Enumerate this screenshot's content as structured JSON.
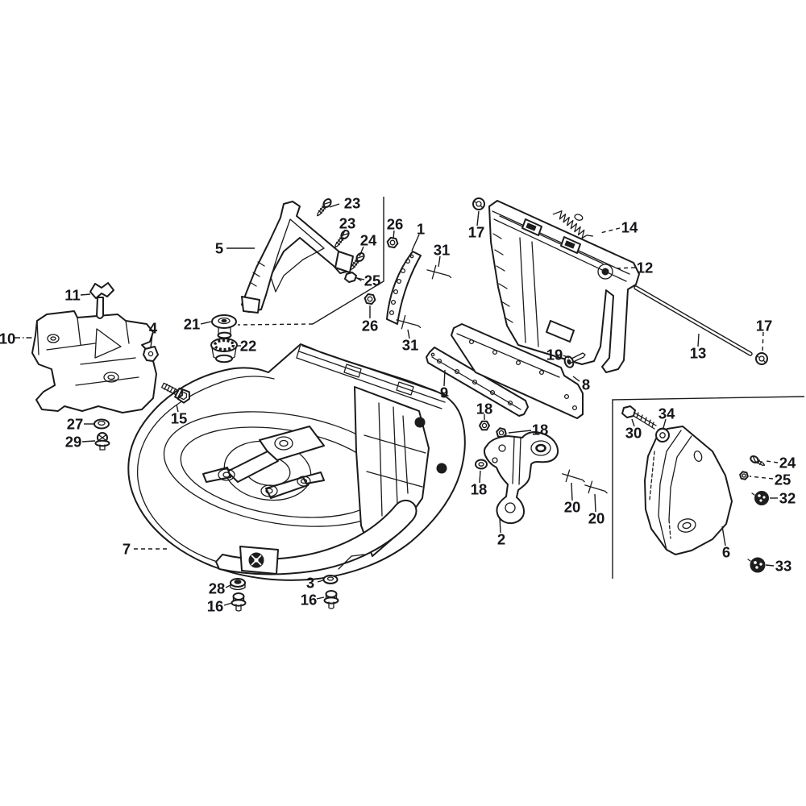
{
  "document": {
    "kind": "exploded-parts-diagram",
    "background_color": "#ffffff",
    "line_color": "#1b1b1b",
    "label_color": "#15151a"
  },
  "part_numbers_visible": [
    "1",
    "2",
    "3",
    "4",
    "5",
    "6",
    "7",
    "8",
    "9",
    "10",
    "11",
    "12",
    "13",
    "14",
    "15",
    "16",
    "17",
    "18",
    "19",
    "20",
    "21",
    "22",
    "23",
    "24",
    "25",
    "26",
    "27",
    "28",
    "29",
    "30",
    "31",
    "32",
    "33",
    "34"
  ],
  "callouts": [
    {
      "label": "23"
    },
    {
      "label": "23"
    },
    {
      "label": "24"
    },
    {
      "label": "25"
    },
    {
      "label": "26"
    },
    {
      "label": "26"
    },
    {
      "label": "5"
    },
    {
      "label": "1"
    },
    {
      "label": "31"
    },
    {
      "label": "31"
    },
    {
      "label": "17"
    },
    {
      "label": "14"
    },
    {
      "label": "12"
    },
    {
      "label": "13"
    },
    {
      "label": "17"
    },
    {
      "label": "11"
    },
    {
      "label": "10"
    },
    {
      "label": "4"
    },
    {
      "label": "21"
    },
    {
      "label": "22"
    },
    {
      "label": "15"
    },
    {
      "label": "27"
    },
    {
      "label": "29"
    },
    {
      "label": "9"
    },
    {
      "label": "8"
    },
    {
      "label": "19"
    },
    {
      "label": "18"
    },
    {
      "label": "18"
    },
    {
      "label": "18"
    },
    {
      "label": "2"
    },
    {
      "label": "20"
    },
    {
      "label": "20"
    },
    {
      "label": "30"
    },
    {
      "label": "34"
    },
    {
      "label": "24"
    },
    {
      "label": "25"
    },
    {
      "label": "32"
    },
    {
      "label": "6"
    },
    {
      "label": "33"
    },
    {
      "label": "7"
    },
    {
      "label": "28"
    },
    {
      "label": "16"
    },
    {
      "label": "3"
    },
    {
      "label": "16"
    }
  ]
}
